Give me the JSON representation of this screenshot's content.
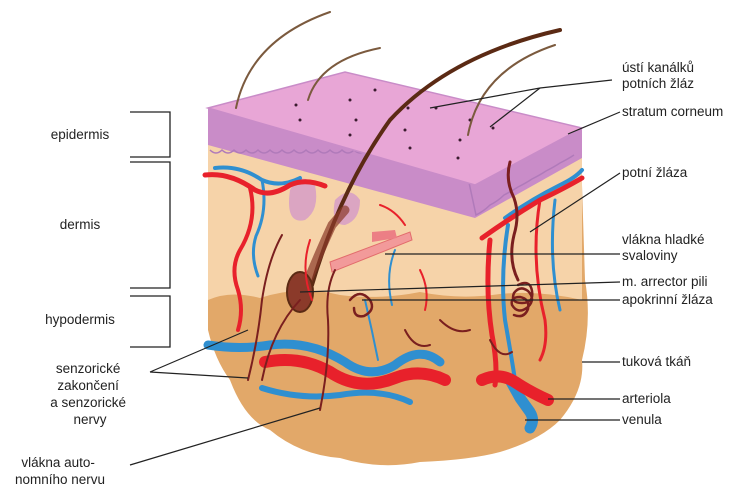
{
  "diagram": {
    "layers": [
      {
        "id": "epidermis",
        "label": "epidermis"
      },
      {
        "id": "dermis",
        "label": "dermis"
      },
      {
        "id": "hypodermis",
        "label": "hypodermis"
      }
    ],
    "left_labels": {
      "sensory": [
        "senzorické",
        "zakončení",
        "a senzorické",
        "nervy"
      ],
      "autonomic": [
        "vlákna auto-",
        "nomního nervu"
      ]
    },
    "right_labels": {
      "sweat_pores": [
        "ústí kanálků",
        "potních žláz"
      ],
      "stratum_corneum": "stratum corneum",
      "sweat_gland": "potní žláza",
      "smooth_muscle": [
        "vlákna hladké",
        "svaloviny"
      ],
      "arrector_pili": "m. arrector pili",
      "apocrine_gland": "apokrinní žláza",
      "fat_tissue": "tuková tkáň",
      "arteriole": "arteriola",
      "venule": "venula"
    }
  },
  "colors": {
    "epidermis_top": "#E8A6D6",
    "epidermis_side": "#C98CC8",
    "dermis": "#F6D3A9",
    "hypodermis": "#E2A869",
    "artery": "#E8212B",
    "vein": "#2F8FD0",
    "nerve": "#7A1F1F",
    "hair": "#5B2A14"
  }
}
